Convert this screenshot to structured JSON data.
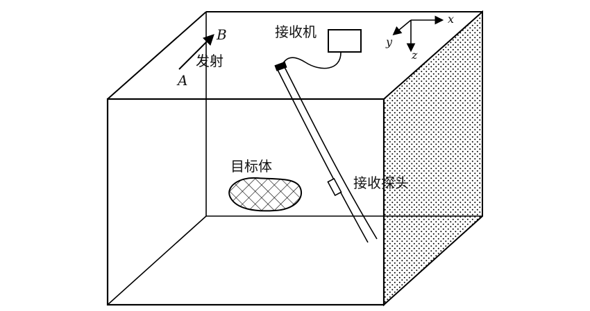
{
  "labels": {
    "receiver": "接收机",
    "emit": "发射",
    "point_a": "A",
    "point_b": "B",
    "target": "目标体",
    "probe": "接收探头",
    "axis_x": "x",
    "axis_y": "y",
    "axis_z": "z"
  },
  "colors": {
    "stroke": "#000000",
    "dots": "#000000",
    "hatch": "#000000",
    "background": "#ffffff"
  }
}
